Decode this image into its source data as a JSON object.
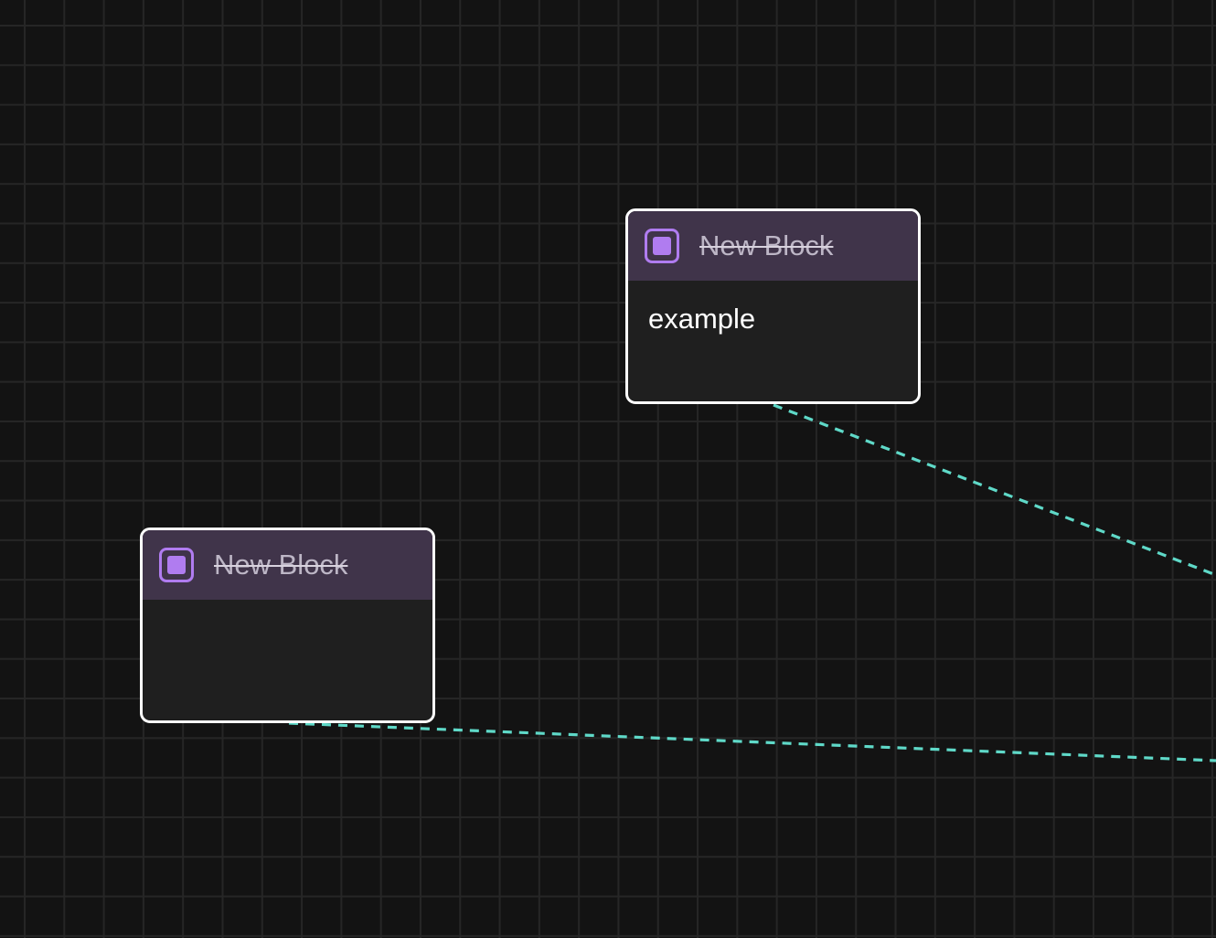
{
  "canvas": {
    "background_color": "#131313",
    "grid_color": "#262626",
    "edge_color": "#5fd9c8"
  },
  "blocks": [
    {
      "title": "New Block",
      "body": "example",
      "icon": "square-block-icon",
      "header_color": "#40344a",
      "icon_color": "#b07cf0"
    },
    {
      "title": "New Block",
      "body": "",
      "icon": "square-block-icon",
      "header_color": "#40344a",
      "icon_color": "#b07cf0"
    }
  ]
}
